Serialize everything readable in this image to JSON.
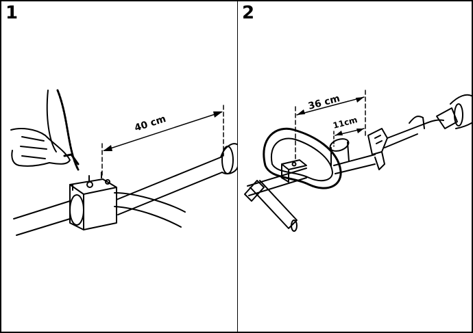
{
  "panels": [
    {
      "step": "1",
      "measurements": [
        {
          "label": "40 cm"
        }
      ]
    },
    {
      "step": "2",
      "measurements": [
        {
          "label": "36 cm"
        },
        {
          "label": "11cm"
        }
      ]
    }
  ]
}
